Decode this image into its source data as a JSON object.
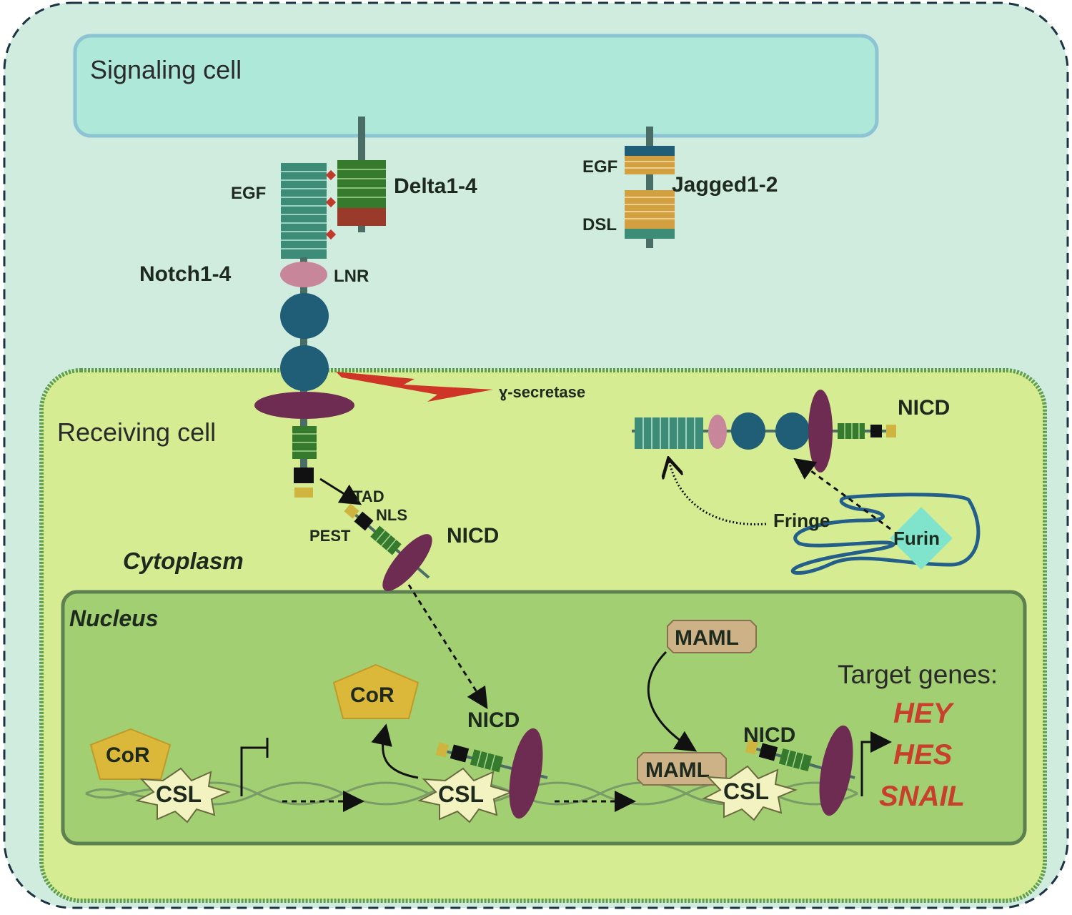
{
  "compartments": {
    "signaling_cell": "Signaling cell",
    "receiving_cell": "Receiving cell",
    "cytoplasm": "Cytoplasm",
    "nucleus": "Nucleus"
  },
  "ligands": {
    "delta": "Delta1-4",
    "jagged": "Jagged1-2",
    "egf_notch": "EGF",
    "egf_jagged": "EGF",
    "dsl": "DSL"
  },
  "receptor": {
    "notch": "Notch1-4",
    "lnr": "LNR",
    "gamma_secretase": "ɣ-secretase"
  },
  "nicd_domains": {
    "tad": "TAD",
    "nls": "NLS",
    "pest": "PEST",
    "nicd_cytoplasm": "NICD",
    "nicd_golgi": "NICD",
    "nicd_nucleus_1": "NICD",
    "nicd_nucleus_2": "NICD"
  },
  "golgi": {
    "fringe": "Fringe",
    "furin": "Furin"
  },
  "transcription": {
    "cor_bound": "CoR",
    "cor_released": "CoR",
    "csl_1": "CSL",
    "csl_2": "CSL",
    "csl_3": "CSL",
    "maml_free": "MAML",
    "maml_bound": "MAML"
  },
  "targets": {
    "heading": "Target genes:",
    "genes": [
      "HEY",
      "HES",
      "SNAIL"
    ]
  },
  "colors": {
    "outer_bg": "#d0ecdf",
    "signaling_cell": "#aee8d8",
    "receiving_cell": "#d5ec92",
    "nucleus": "#a2cf72",
    "egf_teal": "#3c8c78",
    "delta_green": "#357a2d",
    "delta_red": "#9a3a2a",
    "jagged_gold": "#d2a040",
    "lnr_pink": "#c7869a",
    "globe_blue": "#205e78",
    "membrane_purple": "#6e2c53",
    "secretase_red": "#cf3526",
    "cor_yellow": "#dcb83a",
    "maml_tan": "#cdb288",
    "furin_cyan": "#80e4cc",
    "target_red": "#c8402c"
  }
}
